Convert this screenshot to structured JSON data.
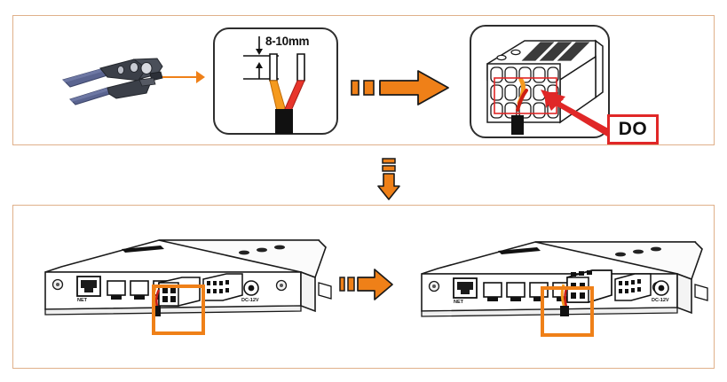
{
  "diagram": {
    "title": "DO terminal wiring installation steps",
    "panels": [
      {
        "id": "top",
        "name": "wire-preparation-and-terminal-insertion"
      },
      {
        "id": "bottom",
        "name": "device-terminal-installation"
      }
    ]
  },
  "step_wire": {
    "dimension_label": "8-10mm",
    "tool_name": "crimping-tool",
    "wire_colors": {
      "left": "#f59a1e",
      "right": "#e8352b",
      "sheath": "#111111"
    }
  },
  "step_connector": {
    "callout_label": "DO",
    "callout_border_color": "#e02727",
    "highlight_rect_color": "#e02727"
  },
  "step_device": {
    "port_net_label": "NET",
    "port_power_label": "DC-12V",
    "highlight_color": "#ef8018"
  },
  "colors": {
    "panel_border": "#e0b08a",
    "arrow_orange": "#ef8018",
    "arrow_outline": "#1a1a1a",
    "line_dark": "#1a1a1a",
    "red": "#e02727"
  }
}
